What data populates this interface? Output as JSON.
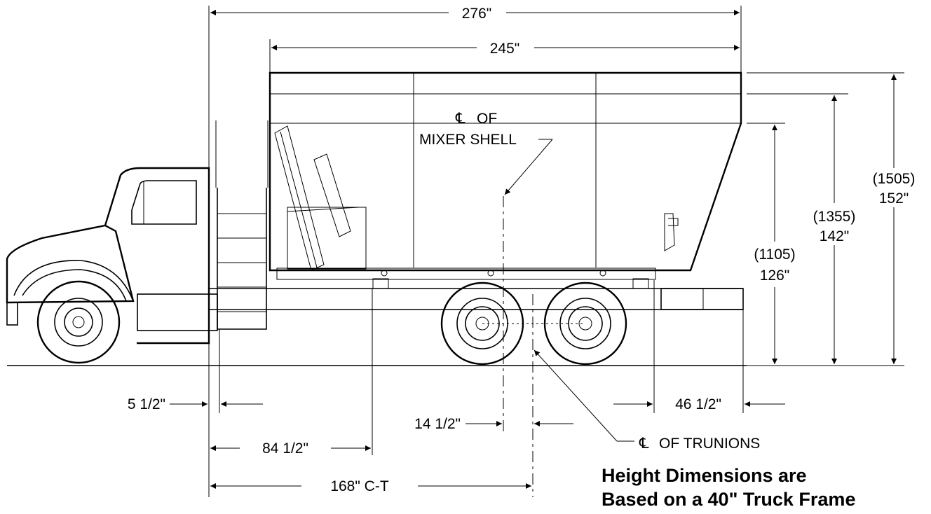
{
  "dimensions": {
    "overall_length": "276\"",
    "body_length": "245\"",
    "height_top": "152\"",
    "height_top_mm": "(1505)",
    "height_mid": "142\"",
    "height_mid_mm": "(1355)",
    "height_low": "126\"",
    "height_low_mm": "(1105)",
    "front_offset": "5 1/2\"",
    "to_bottom_front": "84 1/2\"",
    "center_offset": "14 1/2\"",
    "rear_overhang": "46 1/2\"",
    "cab_to_trunion": "168\" C-T"
  },
  "labels": {
    "cl_symbol": "℄",
    "cl_mixer_line1": "OF",
    "cl_mixer_line2": "MIXER SHELL",
    "cl_trunions": "OF TRUNIONS"
  },
  "note": {
    "line1": "Height Dimensions are",
    "line2": "Based on a 40\" Truck Frame"
  }
}
